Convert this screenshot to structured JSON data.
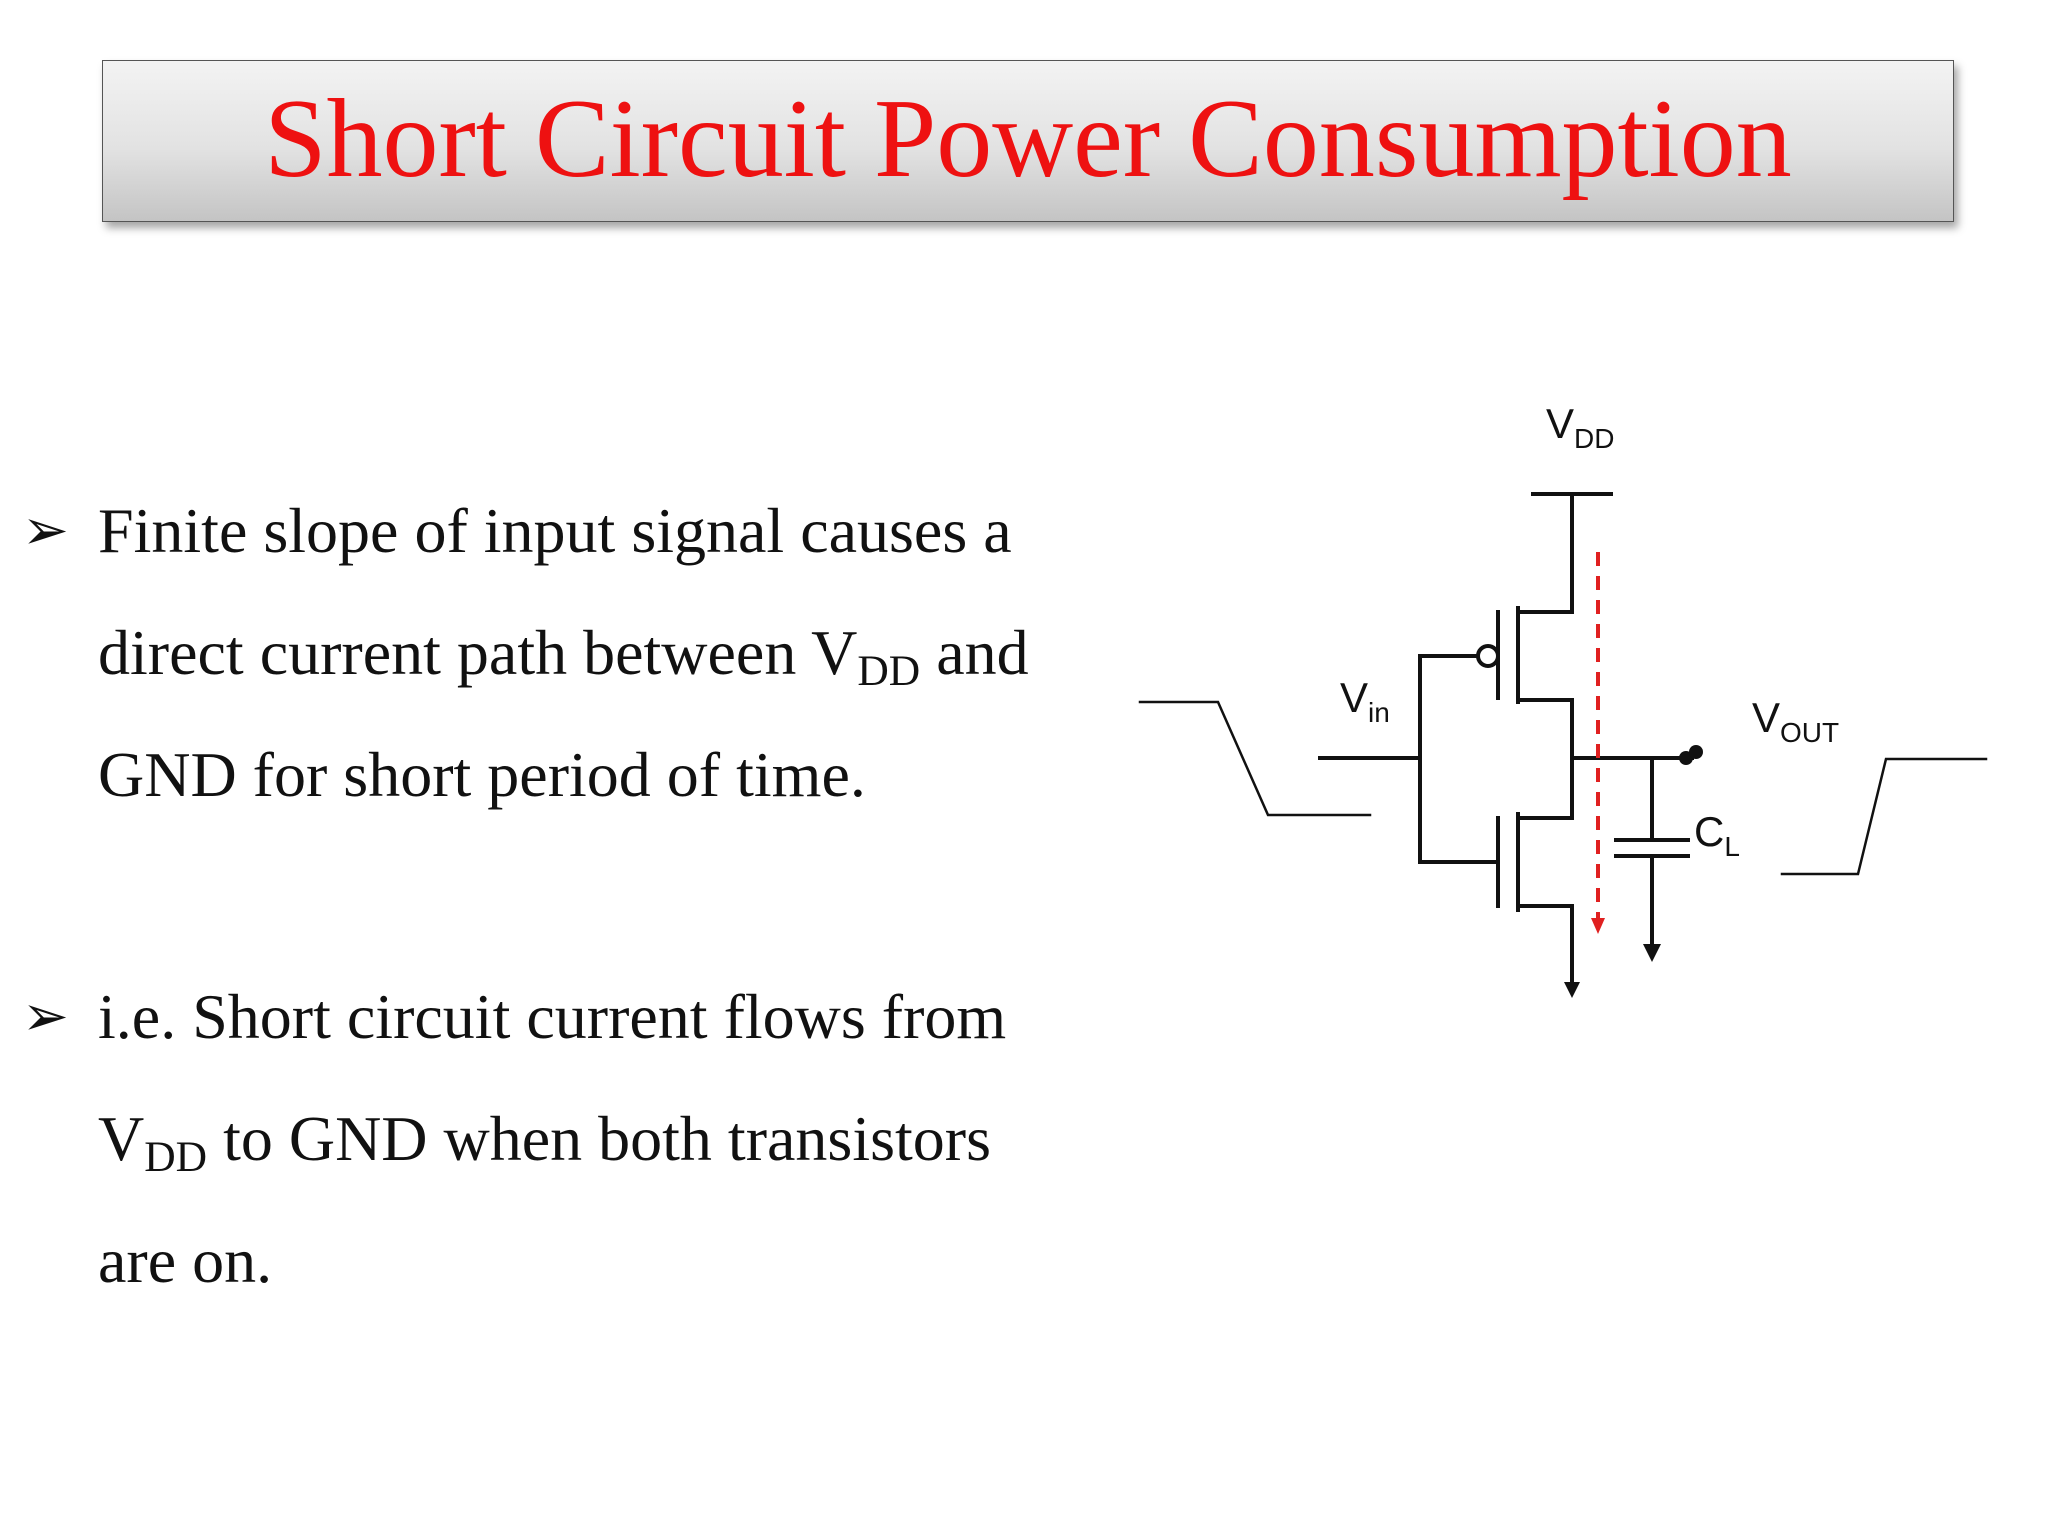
{
  "slide": {
    "title": "Short Circuit Power Consumption"
  },
  "bullets": [
    {
      "marker": "➢",
      "lines": [
        [
          "Finite slope of input signal causes a"
        ],
        [
          "direct current path between V",
          "DD",
          " and"
        ],
        [
          "GND for short period of time."
        ]
      ]
    },
    {
      "marker": "➢",
      "lines": [
        [
          "i.e. Short circuit current flows from"
        ],
        [
          "V",
          "DD",
          " to GND when both transistors"
        ],
        [
          "are on."
        ]
      ]
    }
  ],
  "diagram": {
    "labels": {
      "vdd_main": "V",
      "vdd_sub": "DD",
      "vin_main": "V",
      "vin_sub": "in",
      "vout_main": "V",
      "vout_sub": "OUT",
      "cl_main": "C",
      "cl_sub": "L"
    },
    "colors": {
      "wire": "#111111",
      "short_circuit_current": "#e02020"
    }
  }
}
